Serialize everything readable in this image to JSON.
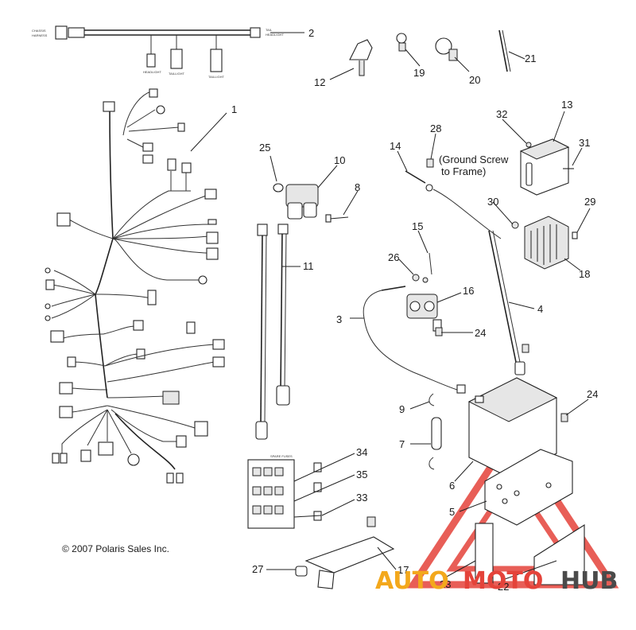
{
  "diagram": {
    "copyright": "© 2007 Polaris Sales Inc.",
    "ground_note_line1": "(Ground Screw",
    "ground_note_line2": "to Frame)",
    "fuse_box_label": "SPARE FUSES",
    "callouts": [
      "1",
      "2",
      "3",
      "4",
      "5",
      "6",
      "7",
      "8",
      "9",
      "10",
      "11",
      "12",
      "13",
      "14",
      "15",
      "16",
      "17",
      "18",
      "19",
      "20",
      "21",
      "22",
      "23",
      "24",
      "24",
      "25",
      "26",
      "27",
      "28",
      "29",
      "30",
      "31",
      "32",
      "33",
      "34",
      "35"
    ]
  },
  "watermark": {
    "text_auto": "AUTO",
    "text_moto": "MOTO",
    "text_hub": "HUB",
    "color_orange": "#f3a81c",
    "color_red": "#e4433a",
    "color_gray": "#4a4a4a"
  }
}
